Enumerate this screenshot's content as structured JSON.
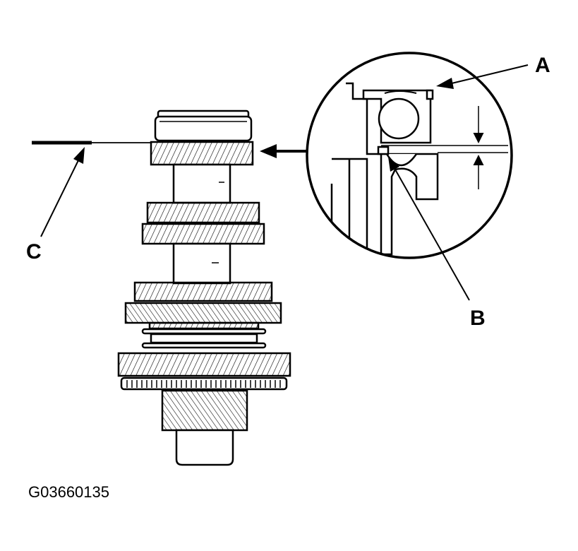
{
  "callouts": {
    "a": "A",
    "b": "B",
    "c": "C"
  },
  "figure_id": "G03660135",
  "colors": {
    "ink": "#000000",
    "paper": "#ffffff"
  }
}
